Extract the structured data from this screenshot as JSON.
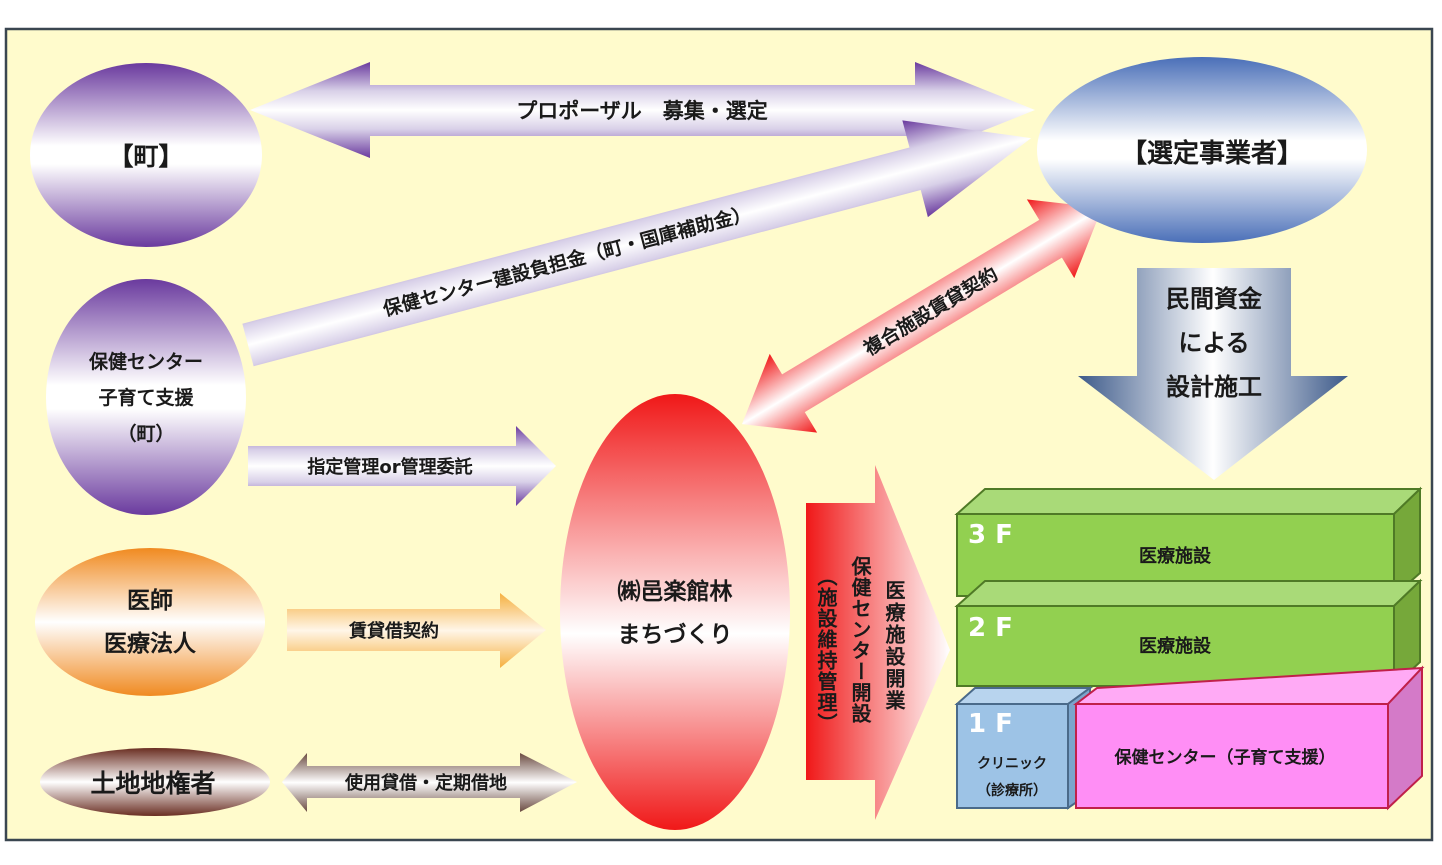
{
  "entities": {
    "town": "【町】",
    "selected_operator": "【選定事業者】",
    "health_center": [
      "保健センター",
      "子育て支援",
      "（町）"
    ],
    "doctors": [
      "医師",
      "医療法人"
    ],
    "landowner": "土地地権者",
    "company": [
      "㈱邑楽館林",
      "まちづくり"
    ]
  },
  "arrows": {
    "proposal": "プロポーザル　募集・選定",
    "construction_funding": "保健センター建設負担金（町・国庫補助金）",
    "lease_contract_complex": "複合施設賃貸契約",
    "private_funding": [
      "民間資金",
      "による",
      "設計施工"
    ],
    "designated_management": "指定管理or管理委託",
    "lease_contract": "賃貸借契約",
    "land_use": "使用貸借・定期借地",
    "opening": [
      "医療施設開業",
      "保健センター開設",
      "（施設維持管理）"
    ]
  },
  "building": {
    "floors": [
      {
        "number": "3 F",
        "label": "医療施設"
      },
      {
        "number": "2 F",
        "label": "医療施設"
      },
      {
        "number": "1 F",
        "clinic": [
          "クリニック",
          "（診療所）"
        ],
        "label": "保健センター（子育て支援）"
      }
    ]
  },
  "colors": {
    "background": "#fffbcc",
    "frame": "#3a4650",
    "purple": "#6a3a9e",
    "blue": "#4a6fb8",
    "red": "#f01818",
    "orange": "#f08a20",
    "brown": "#6a2e22",
    "steel": "#3d5a8a",
    "green": "#92d050",
    "green_top": "#a9da78",
    "green_side": "#76a83a",
    "green_edge": "#4f7a26",
    "blue_box": "#9dc3e6",
    "pink": "#ff8ef5",
    "pink_edge": "#c0204a"
  }
}
